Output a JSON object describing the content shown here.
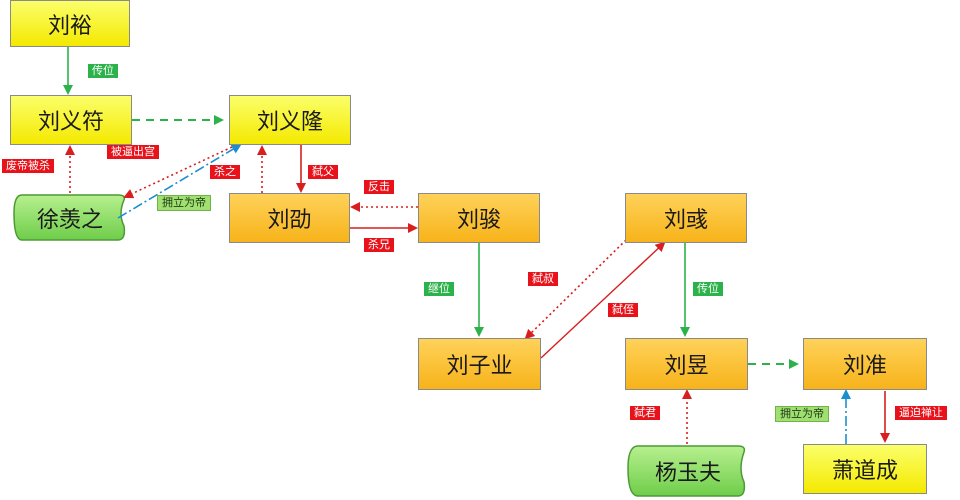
{
  "nodes": {
    "liu_yu": "刘裕",
    "liu_yifu": "刘义符",
    "liu_yilong": "刘义隆",
    "xu_xianzhi": "徐羡之",
    "liu_shao": "刘劭",
    "liu_jun": "刘骏",
    "liu_ziye": "刘子业",
    "liu_yu2": "刘彧",
    "liu_yu3": "刘昱",
    "liu_zhun": "刘准",
    "yang_yufu": "杨玉夫",
    "xiao_daocheng": "萧道成"
  },
  "labels": {
    "chuanwei_1": "传位",
    "xu_fei_yifu": "废帝被杀",
    "yifu_sha": "被逼出宫",
    "shi_fu": "弑父",
    "yilong_sha_xu": "杀之",
    "fu_li_yilong": "拥立为帝",
    "shao_sha": "反击",
    "jun_sha_shao": "杀兄",
    "jun_cheng": "继位",
    "chuanwei_2": "传位",
    "ziye_sha": "弑叔",
    "yu2_sha": "弑侄",
    "chuanwei_3": "传位",
    "yang_shi": "弑君",
    "xiao_li": "拥立为帝",
    "xiao_sha_zhun": "逼迫禅让"
  },
  "colors": {
    "green_arrow": "#2cb24a",
    "red_arrow": "#d81e1e",
    "blue_arrow": "#1a8fd0",
    "yellow_node": "#f7ee10",
    "orange_node": "#f7b31a",
    "scroll_green": "#8ee06a"
  }
}
